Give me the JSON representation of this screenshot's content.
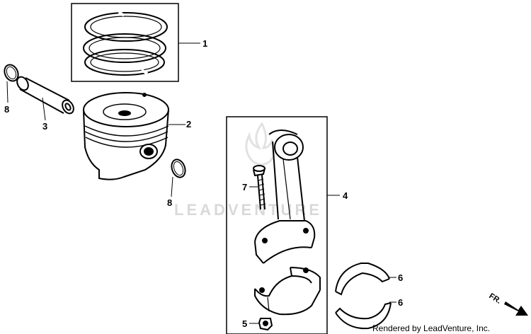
{
  "callouts": {
    "c1": "1",
    "c2": "2",
    "c3": "3",
    "c4": "4",
    "c5": "5",
    "c6a": "6",
    "c6b": "6",
    "c7": "7",
    "c8a": "8",
    "c8b": "8"
  },
  "watermark": "LEADVENTURE",
  "credit": "Rendered by LeadVenture, Inc.",
  "front_label": "FR."
}
